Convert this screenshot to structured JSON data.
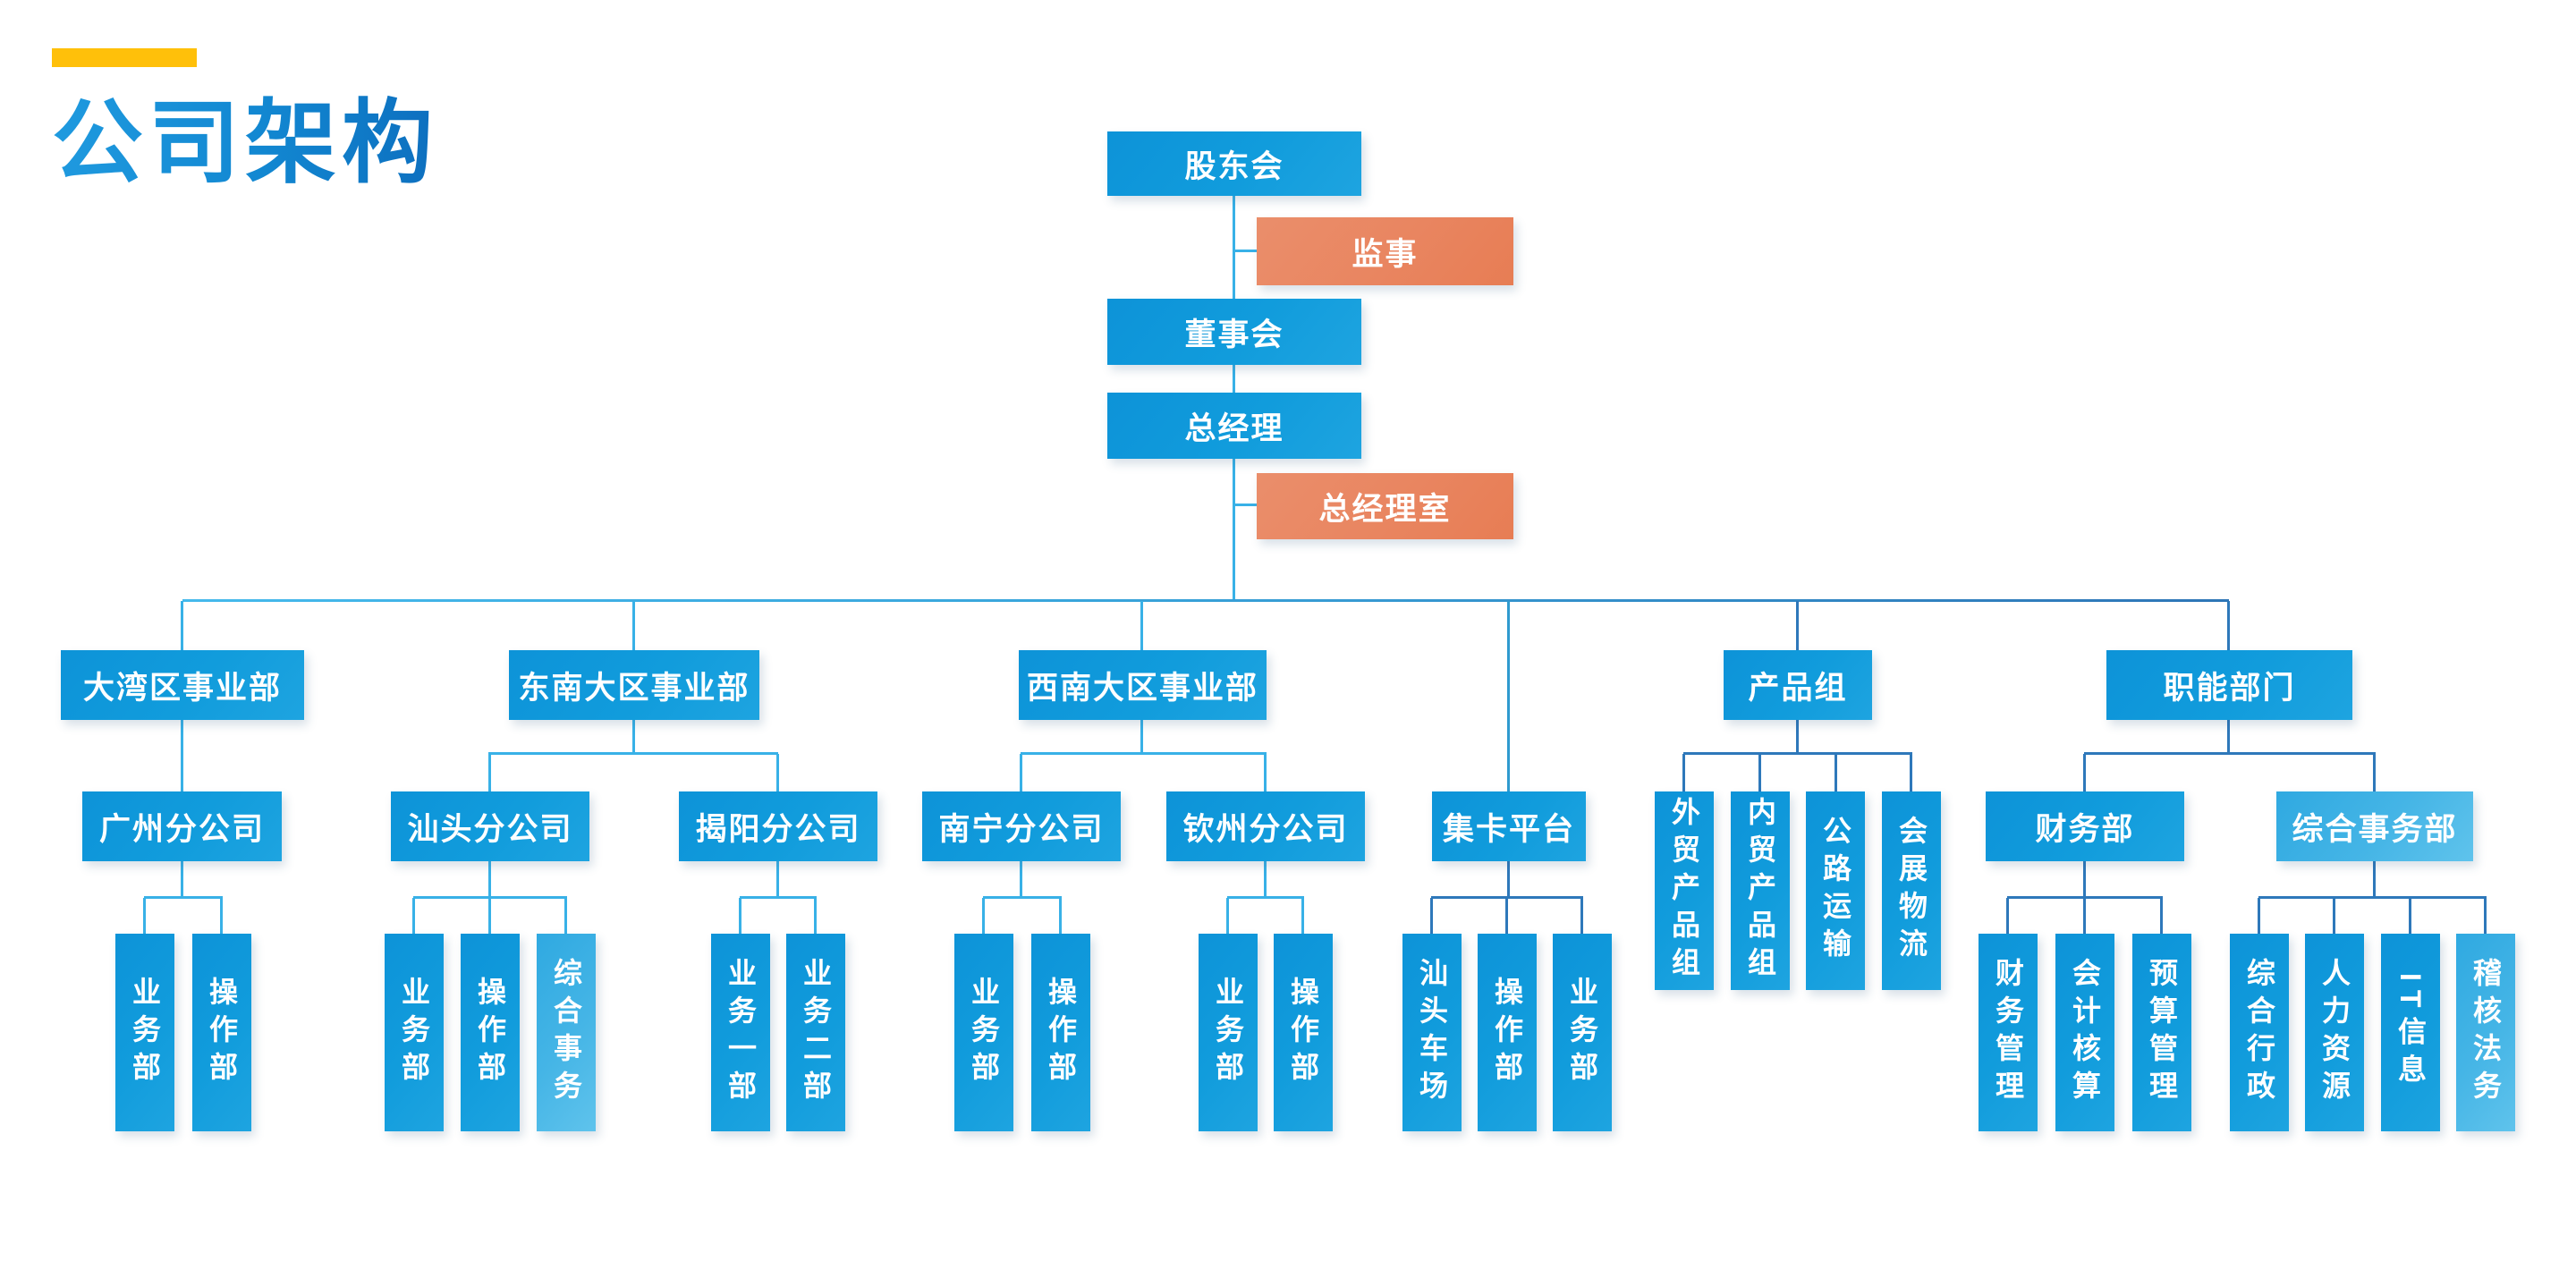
{
  "title": {
    "text": "公司架构"
  },
  "accent": {
    "bar_color": "#FFC00A",
    "title_color_start": "#1F9ADF",
    "title_color_end": "#0D6FBF"
  },
  "colors": {
    "box_blue": "#119CDC",
    "box_blue_light": "#45B5E6",
    "box_orange": "#E98560",
    "connector_cyan": "#38B1E7",
    "connector_steel": "#2E78BA",
    "background": "#FFFFFF"
  },
  "nodes": {
    "shareholders": {
      "label": "股东会"
    },
    "supervisor": {
      "label": "监事"
    },
    "board": {
      "label": "董事会"
    },
    "gm": {
      "label": "总经理"
    },
    "gm_office": {
      "label": "总经理室"
    },
    "gba_div": {
      "label": "大湾区事业部"
    },
    "se_div": {
      "label": "东南大区事业部"
    },
    "sw_div": {
      "label": "西南大区事业部"
    },
    "product_group": {
      "label": "产品组"
    },
    "functional": {
      "label": "职能部门"
    },
    "guangzhou": {
      "label": "广州分公司"
    },
    "shantou": {
      "label": "汕头分公司"
    },
    "jieyang": {
      "label": "揭阳分公司"
    },
    "nanning": {
      "label": "南宁分公司"
    },
    "qinzhou": {
      "label": "钦州分公司"
    },
    "truck_platform": {
      "label": "集卡平台"
    },
    "finance": {
      "label": "财务部"
    },
    "general_affairs": {
      "label": "综合事务部"
    },
    "gz_sales": {
      "label": "业务部"
    },
    "gz_ops": {
      "label": "操作部"
    },
    "st_sales": {
      "label": "业务部"
    },
    "st_ops": {
      "label": "操作部"
    },
    "st_general": {
      "label": "综合事务"
    },
    "jy_sales1": {
      "label": "业务一部"
    },
    "jy_sales2": {
      "label": "业务二部"
    },
    "nn_sales": {
      "label": "业务部"
    },
    "nn_ops": {
      "label": "操作部"
    },
    "qz_sales": {
      "label": "业务部"
    },
    "qz_ops": {
      "label": "操作部"
    },
    "jk_yard": {
      "label": "汕头车场"
    },
    "jk_ops": {
      "label": "操作部"
    },
    "jk_sales": {
      "label": "业务部"
    },
    "pg_foreign": {
      "label": "外贸产品组"
    },
    "pg_domestic": {
      "label": "内贸产品组"
    },
    "pg_road": {
      "label": "公路运输"
    },
    "pg_expo": {
      "label": "会展物流"
    },
    "fin_mgmt": {
      "label": "财务管理"
    },
    "fin_acct": {
      "label": "会计核算"
    },
    "fin_budget": {
      "label": "预算管理"
    },
    "ga_admin": {
      "label": "综合行政"
    },
    "ga_hr": {
      "label": "人力资源"
    },
    "ga_it": {
      "label": "IT信息"
    },
    "ga_audit": {
      "label": "稽核法务"
    }
  },
  "hierarchy": {
    "shareholders": {
      "aside": [
        "supervisor"
      ],
      "child": "board"
    },
    "board": {
      "child": "gm"
    },
    "gm": {
      "aside": [
        "gm_office"
      ],
      "children": [
        "gba_div",
        "se_div",
        "sw_div",
        "truck_platform",
        "product_group",
        "functional"
      ]
    },
    "gba_div": {
      "children": [
        "guangzhou"
      ]
    },
    "se_div": {
      "children": [
        "shantou",
        "jieyang"
      ]
    },
    "sw_div": {
      "children": [
        "nanning",
        "qinzhou"
      ]
    },
    "product_group": {
      "children": [
        "pg_foreign",
        "pg_domestic",
        "pg_road",
        "pg_expo"
      ]
    },
    "functional": {
      "children": [
        "finance",
        "general_affairs"
      ]
    },
    "guangzhou": {
      "children": [
        "gz_sales",
        "gz_ops"
      ]
    },
    "shantou": {
      "children": [
        "st_sales",
        "st_ops",
        "st_general"
      ]
    },
    "jieyang": {
      "children": [
        "jy_sales1",
        "jy_sales2"
      ]
    },
    "nanning": {
      "children": [
        "nn_sales",
        "nn_ops"
      ]
    },
    "qinzhou": {
      "children": [
        "qz_sales",
        "qz_ops"
      ]
    },
    "truck_platform": {
      "children": [
        "jk_yard",
        "jk_ops",
        "jk_sales"
      ]
    },
    "finance": {
      "children": [
        "fin_mgmt",
        "fin_acct",
        "fin_budget"
      ]
    },
    "general_affairs": {
      "children": [
        "ga_admin",
        "ga_hr",
        "ga_it",
        "ga_audit"
      ]
    }
  }
}
